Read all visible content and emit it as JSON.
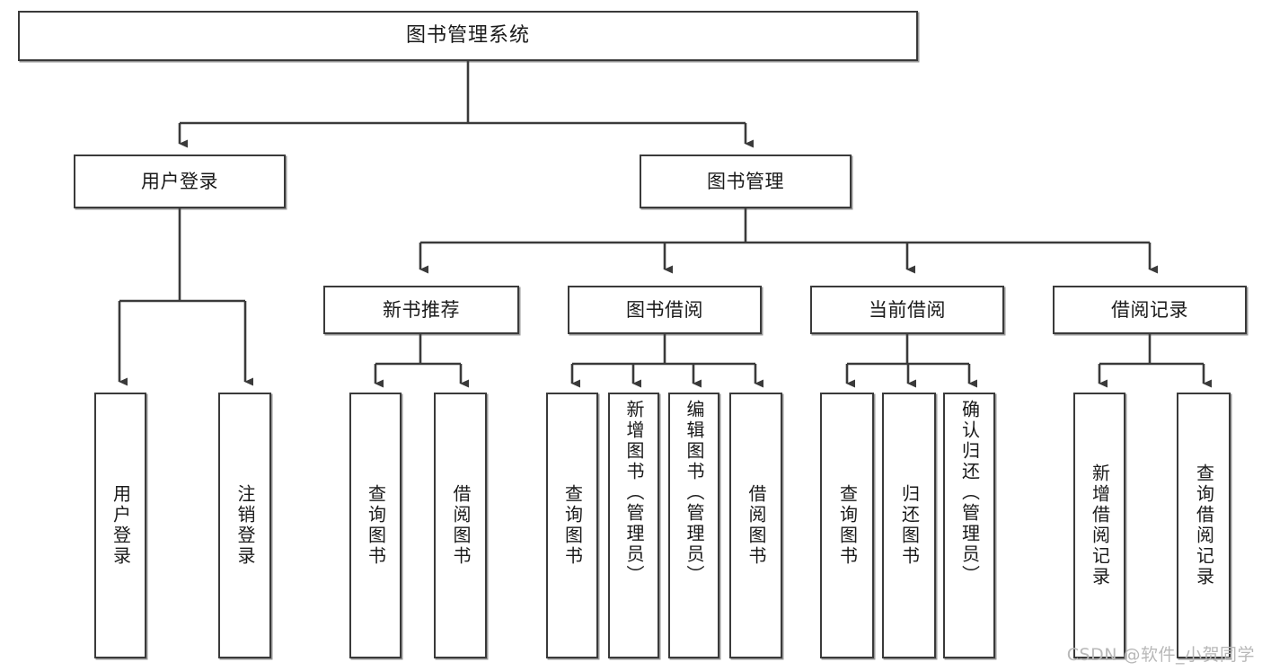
{
  "diagram": {
    "title": "图书管理系统",
    "type": "tree-hierarchy",
    "stroke_color": "#3a3a3a",
    "fill_color": "#ffffff",
    "text_color": "#1a1a1a",
    "root": {
      "label": "图书管理系统"
    },
    "level2": [
      {
        "label": "用户登录"
      },
      {
        "label": "图书管理"
      }
    ],
    "level3": [
      {
        "label": "新书推荐"
      },
      {
        "label": "图书借阅"
      },
      {
        "label": "当前借阅"
      },
      {
        "label": "借阅记录"
      }
    ],
    "leaves": {
      "user_login": [
        {
          "label": "用户登录"
        },
        {
          "label": "注销登录"
        }
      ],
      "new_book_recommend": [
        {
          "label": "查询图书"
        },
        {
          "label": "借阅图书"
        }
      ],
      "book_borrow": [
        {
          "label": "查询图书"
        },
        {
          "label": "新增图书（管理员）"
        },
        {
          "label": "编辑图书（管理员）"
        },
        {
          "label": "借阅图书"
        }
      ],
      "current_borrow": [
        {
          "label": "查询图书"
        },
        {
          "label": "归还图书"
        },
        {
          "label": "确认归还（管理员）"
        }
      ],
      "borrow_record": [
        {
          "label": "新增借阅记录"
        },
        {
          "label": "查询借阅记录"
        }
      ]
    }
  },
  "watermark": {
    "text": "CSDN @软件_小贺同学"
  }
}
